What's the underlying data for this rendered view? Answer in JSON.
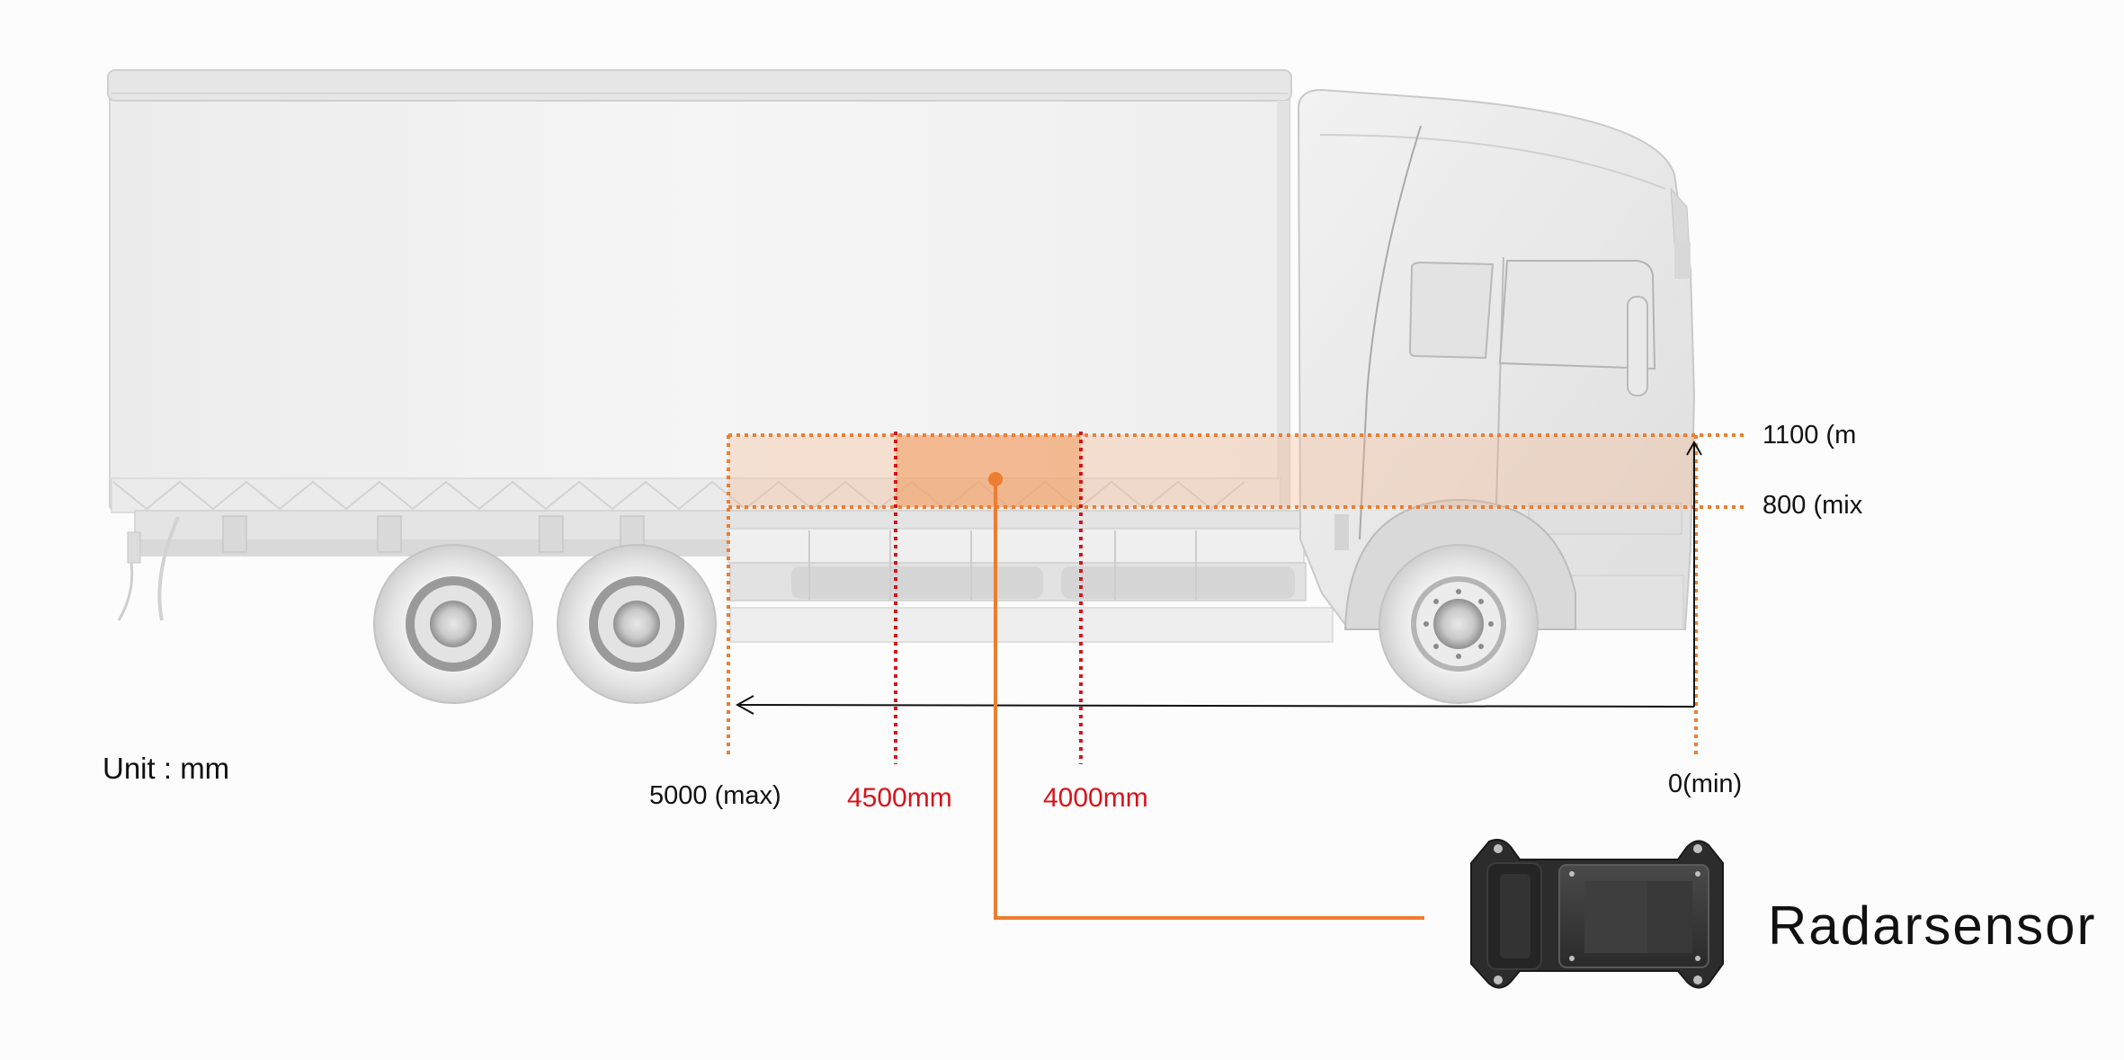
{
  "unit": "Unit : mm",
  "distance": {
    "max_label": "5000  (max)",
    "mark_4500": "4500mm",
    "mark_4000": "4000mm",
    "min_label": "0(min)"
  },
  "height": {
    "upper_label": "1100 (m",
    "lower_label": "800 (mix"
  },
  "device_label": "Radarsensor",
  "colors": {
    "orange": "#ed7d31",
    "red": "#d6141c",
    "zone_fill": "#f5b48a",
    "truck_body": "#efefef"
  }
}
